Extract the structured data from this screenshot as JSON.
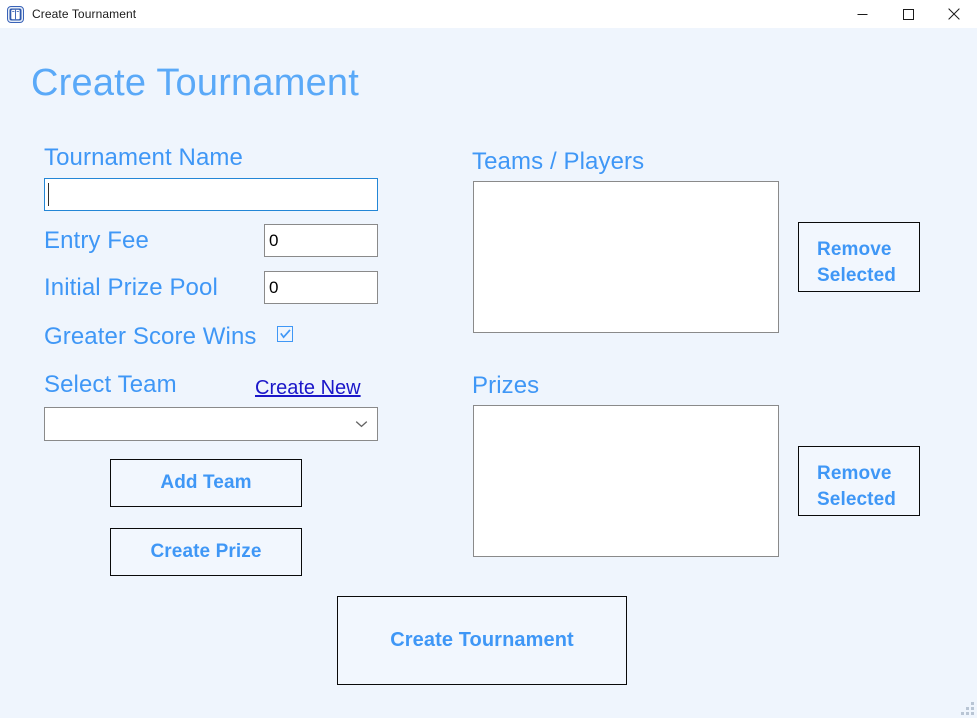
{
  "window": {
    "title": "Create Tournament",
    "icon": "tournament-app-icon",
    "controls": {
      "minimize": "minimize-icon",
      "maximize": "maximize-icon",
      "close": "close-icon"
    }
  },
  "page": {
    "heading": "Create Tournament"
  },
  "form": {
    "tournament_name": {
      "label": "Tournament Name",
      "value": "",
      "placeholder": "",
      "focused": true
    },
    "entry_fee": {
      "label": "Entry Fee",
      "value": "0",
      "placeholder": ""
    },
    "initial_prize_pool": {
      "label": "Initial Prize Pool",
      "value": "0",
      "placeholder": ""
    },
    "greater_score_wins": {
      "label": "Greater Score Wins",
      "checked": true
    },
    "select_team": {
      "label": "Select Team",
      "value": "",
      "options": [],
      "chevron": "chevron-down-icon"
    },
    "create_new_link": "Create New"
  },
  "buttons": {
    "add_team": "Add Team",
    "create_prize": "Create Prize",
    "create_tournament": "Create Tournament",
    "remove_selected_teams_line1": "Remove",
    "remove_selected_teams_line2": "Selected",
    "remove_selected_prizes_line1": "Remove",
    "remove_selected_prizes_line2": "Selected"
  },
  "lists": {
    "teams_players": {
      "label": "Teams / Players",
      "items": []
    },
    "prizes": {
      "label": "Prizes",
      "items": []
    }
  },
  "colors": {
    "window_background": "#eff5fd",
    "title_bar": "#ffffff",
    "heading_blue": "#5aa9f8",
    "label_blue": "#3f97f6",
    "link_blue": "#1b17c9",
    "input_border": "#8a8a8a",
    "focus_border": "#2386d6",
    "button_border": "#0a0a0a",
    "button_face": "#f2f7fe"
  }
}
